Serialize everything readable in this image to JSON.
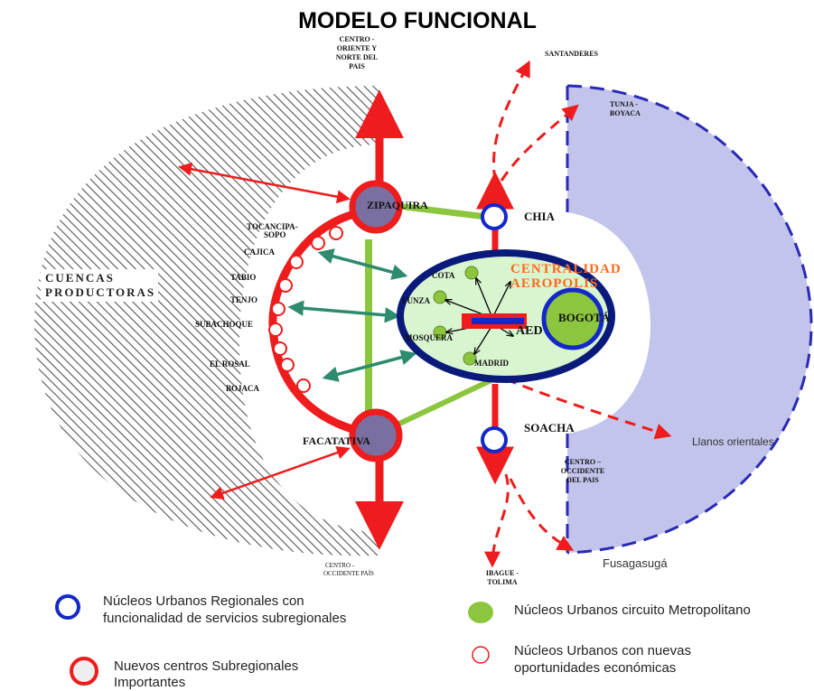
{
  "title": "MODELO FUNCIONAL",
  "colors": {
    "red": "#ee1c1c",
    "green_line": "#8cc63f",
    "teal_arrow": "#2e8b6f",
    "navy": "#0a1a7a",
    "blue": "#1428c8",
    "light_green_fill": "#d8f5d0",
    "lavender": "#c3c4ec",
    "dash_blue": "#2a2ab4",
    "hatch": "#555555",
    "node_green": "#8cc63f"
  },
  "diagram": {
    "region_label_line1": "CUENCAS",
    "region_label_line2": "PRODUCTORAS",
    "centralidad_line1": "CENTRALIDAD",
    "centralidad_line2": "AEROPOLIS",
    "bogota": "BOGOTÁ",
    "aeropuerto_fragment": "AED",
    "zipaquira": "ZIPAQUIRA",
    "facatativa": "FACATATIVA",
    "chia": "CHIA",
    "soacha": "SOACHA",
    "cota": "COTA",
    "funza": "FUNZA",
    "mosquera": "MOSQUERA",
    "madrid": "MADRID",
    "tocancipa_line1": "TOCANCIPA-",
    "tocancipa_line2": "SOPO",
    "cajica": "CAJICA",
    "tabio": "TABIO",
    "tenjo": "TENJO",
    "subachoque": "SUBACHOQUE",
    "el_rosal": "EL ROSAL",
    "bojaca": "BOJACA",
    "top_dest_line1": "CENTRO -",
    "top_dest_line2": "ORIENTE Y",
    "top_dest_line3": "NORTE DEL",
    "top_dest_line4": "PAIS",
    "santanderes": "SANTANDERES",
    "tunja_line1": "TUNJA -",
    "tunja_line2": "BOYACA",
    "centro_occ_line1": "CENTRO –",
    "centro_occ_line2": "OCCIDENTE",
    "centro_occ_line3": "DEL PAIS",
    "bottom_dest_line1": "CENTRO -",
    "bottom_dest_line2": "OCCIDENTE  PAÍS",
    "ibague_line1": "IBAGUE -",
    "ibague_line2": "TOLIMA",
    "llanos": "Llanos orientales",
    "fusagasuga": "Fusagasugá"
  },
  "legend": {
    "item1_line1": "Núcleos Urbanos Regionales con",
    "item1_line2": "funcionalidad de servicios subregionales",
    "item2_line1": "Nuevos centros Subregionales",
    "item2_line2": "Importantes",
    "item3": "Núcleos Urbanos circuito Metropolitano",
    "item4_line1": "Núcleos Urbanos con nuevas",
    "item4_line2": "oportunidades económicas"
  }
}
